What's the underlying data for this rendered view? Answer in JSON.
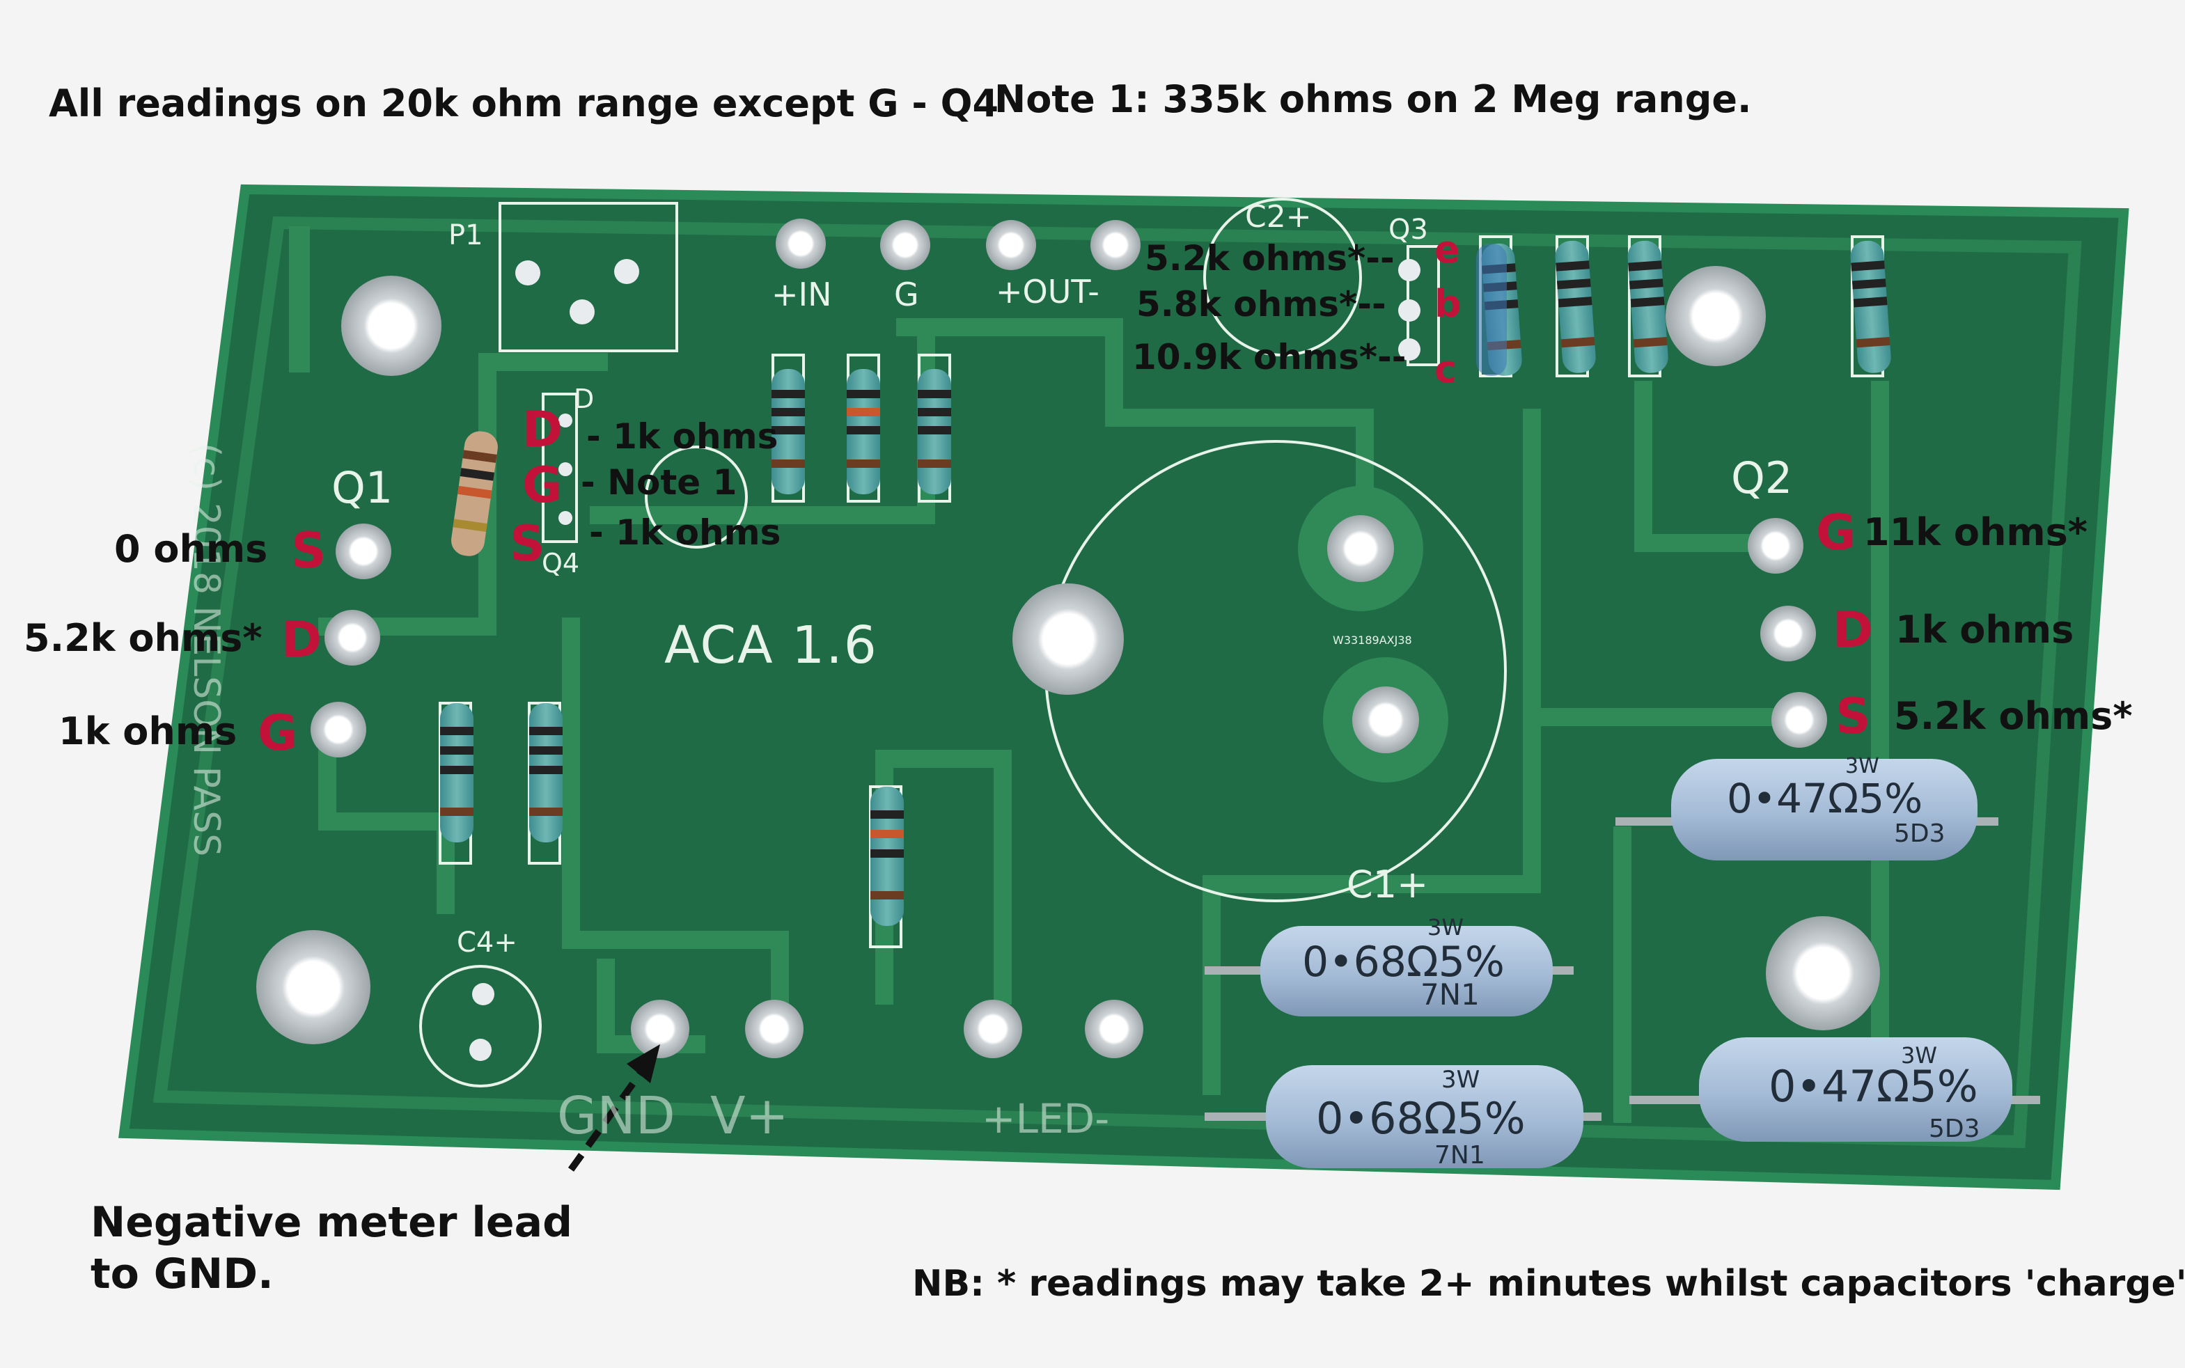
{
  "notes": {
    "top_left": "All readings on 20k ohm range except G - Q4",
    "top_right": "Note 1: 335k ohms on 2 Meg range.",
    "bottom_left_line1": "Negative meter lead",
    "bottom_left_line2": "to GND.",
    "bottom_right": "NB: * readings may take 2+ minutes whilst capacitors 'charge'"
  },
  "q1": {
    "label": "Q1",
    "pins": [
      {
        "letter": "S",
        "reading": "0 ohms"
      },
      {
        "letter": "D",
        "reading": "5.2k ohms*"
      },
      {
        "letter": "G",
        "reading": "1k ohms"
      }
    ]
  },
  "q2": {
    "label": "Q2",
    "pins": [
      {
        "letter": "G",
        "reading": "11k ohms*"
      },
      {
        "letter": "D",
        "reading": "1k ohms"
      },
      {
        "letter": "S",
        "reading": "5.2k ohms*"
      }
    ]
  },
  "q3": {
    "label": "Q3",
    "pins": [
      {
        "letter": "e",
        "reading": "5.2k ohms*--"
      },
      {
        "letter": "b",
        "reading": "5.8k ohms*--"
      },
      {
        "letter": "c",
        "reading": "10.9k ohms*--"
      }
    ]
  },
  "q4": {
    "label": "Q4",
    "pins": [
      {
        "letter": "D",
        "reading": "- 1k ohms"
      },
      {
        "letter": "G",
        "reading": "- Note 1"
      },
      {
        "letter": "S",
        "reading": "- 1k ohms"
      }
    ]
  },
  "silkscreen": {
    "board_name": "ACA 1.6",
    "p1": "P1",
    "c2": "C2+",
    "c1": "C1+",
    "c4": "C4+",
    "in": "+IN",
    "g": "G",
    "out": "+OUT-",
    "gnd": "GND",
    "vplus": "V+",
    "led": "+LED-",
    "copyright": "(c) 2018 NELSON PASS",
    "d_small": "D",
    "q4_small": "Q4",
    "part_code": "W33189AXJ38"
  },
  "resistors": [
    {
      "marking": "0•68Ω5%",
      "code": "7N1",
      "power": "3W"
    },
    {
      "marking": "0•68Ω5%",
      "code": "7N1",
      "power": "3W"
    },
    {
      "marking": "0•47Ω5%",
      "code": "5D3",
      "power": "3W"
    },
    {
      "marking": "0•47Ω5%",
      "code": "5D3",
      "power": "3W"
    }
  ],
  "colors": {
    "pcb": "#1f6b45",
    "trace": "#2f8a58",
    "silk": "#e8f3ea",
    "pad": "#d9dde0",
    "accent_red": "#c2123a",
    "resistor_body": "#a8bfd8"
  }
}
